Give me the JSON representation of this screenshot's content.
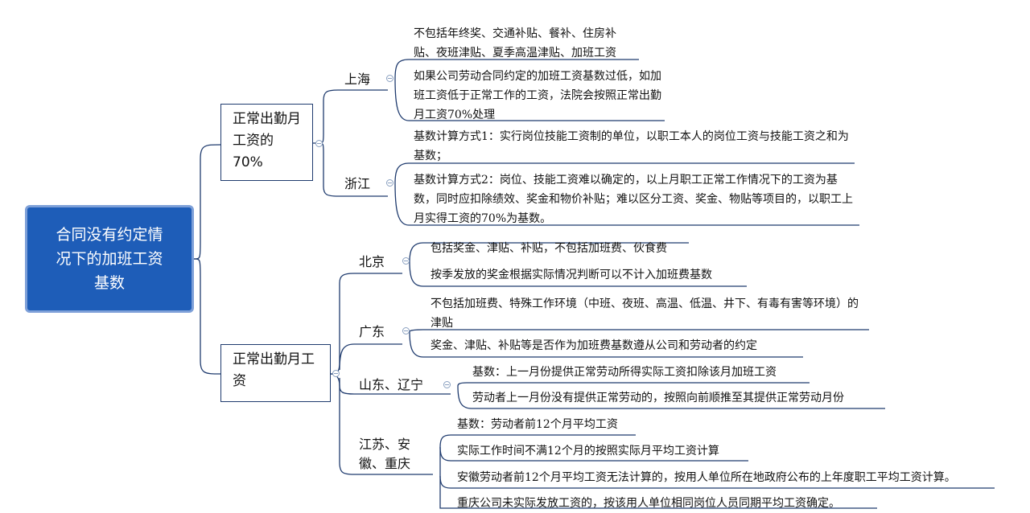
{
  "root": {
    "label": "合同没有约定情况下的加班工资基数"
  },
  "branches": [
    {
      "label": "正常出勤月工资的70%",
      "regions": [
        {
          "name": "上海",
          "items": [
            "不包括年终奖、交通补贴、餐补、住房补贴、夜班津贴、夏季高温津贴、加班工资",
            "如果公司劳动合同约定的加班工资基数过低，如加班工资低于正常工作的工资，法院会按照正常出勤月工资70%处理"
          ]
        },
        {
          "name": "浙江",
          "items": [
            "基数计算方式1：实行岗位技能工资制的单位，以职工本人的岗位工资与技能工资之和为基数；",
            "基数计算方式2：岗位、技能工资难以确定的，以上月职工正常工作情况下的工资为基数，同时应扣除绩效、奖金和物价补贴；难以区分工资、奖金、物贴等项目的，以职工上月实得工资的70%为基数。"
          ]
        }
      ]
    },
    {
      "label": "正常出勤月工资",
      "regions": [
        {
          "name": "北京",
          "items": [
            "包括奖金、津贴、补贴，不包括加班费、伙食费",
            "按季发放的奖金根据实际情况判断可以不计入加班费基数"
          ]
        },
        {
          "name": "广东",
          "items": [
            "不包括加班费、特殊工作环境（中班、夜班、高温、低温、井下、有毒有害等环境）的津贴",
            "奖金、津贴、补贴等是否作为加班费基数遵从公司和劳动者的约定"
          ]
        },
        {
          "name": "山东、辽宁",
          "items": [
            "基数：上一月份提供正常劳动所得实际工资扣除该月加班工资",
            "劳动者上一月份没有提供正常劳动的，按照向前顺推至其提供正常劳动月份"
          ]
        },
        {
          "name": "江苏、安徽、重庆",
          "items": [
            "基数：劳动者前12个月平均工资",
            "实际工作时间不满12个月的按照实际月平均工资计算",
            "安徽劳动者前12个月平均工资无法计算的，按用人单位所在地政府公布的上年度职工平均工资计算。",
            "重庆公司未实际发放工资的，按该用人单位相同岗位人员同期平均工资确定。"
          ]
        }
      ]
    }
  ]
}
